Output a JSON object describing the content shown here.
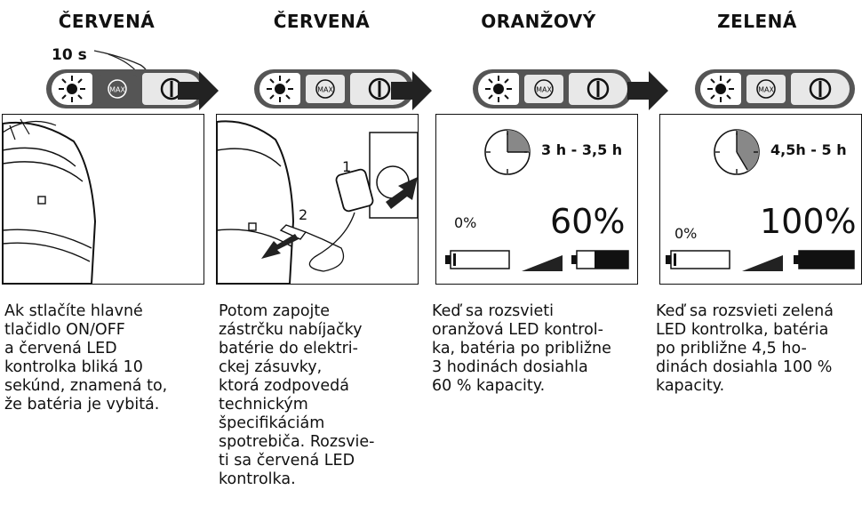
{
  "steps": [
    {
      "title": "ČERVENÁ",
      "time_hint": "10 s",
      "description": "Ak stlačíte hlavné\ntlačidlo ON/OFF\na červená LED\nkontrolka bliká 10\nsekúnd, znamená to,\nže batéria je vybitá."
    },
    {
      "title": "ČERVENÁ",
      "callout_1": "1",
      "callout_2": "2",
      "description": "Potom zapojte\nzástrčku nabíjačky\nbatérie do elektri-\nckej zásuvky,\nktorá zodpovedá\ntechnickým\nšpecifikáciám\nspotrebiča. Rozsvie-\nti sa červená LED\nkontrolka."
    },
    {
      "title": "ORANŽOVÝ",
      "duration": "3 h - 3,5 h",
      "start_percent": "0%",
      "end_percent": "60%",
      "description": "Keď sa rozsvieti\noranžová LED kontrol-\nka, batéria po približne\n3 hodinách dosiahla\n60 % kapacity."
    },
    {
      "title": "ZELENÁ",
      "duration": "4,5h - 5 h",
      "start_percent": "0%",
      "end_percent": "100%",
      "description": "Keď sa rozsvieti zelená\nLED kontrolka, batéria\npo približne 4,5 ho-\ndinách dosiahla 100 %\nkapacity."
    }
  ],
  "icons": {
    "light_icon": "light-burst-icon",
    "max_icon": "max-icon",
    "power_icon": "power-icon",
    "arrow_icon": "right-arrow-icon",
    "clock_icon": "clock-icon",
    "battery_icon": "battery-icon"
  }
}
